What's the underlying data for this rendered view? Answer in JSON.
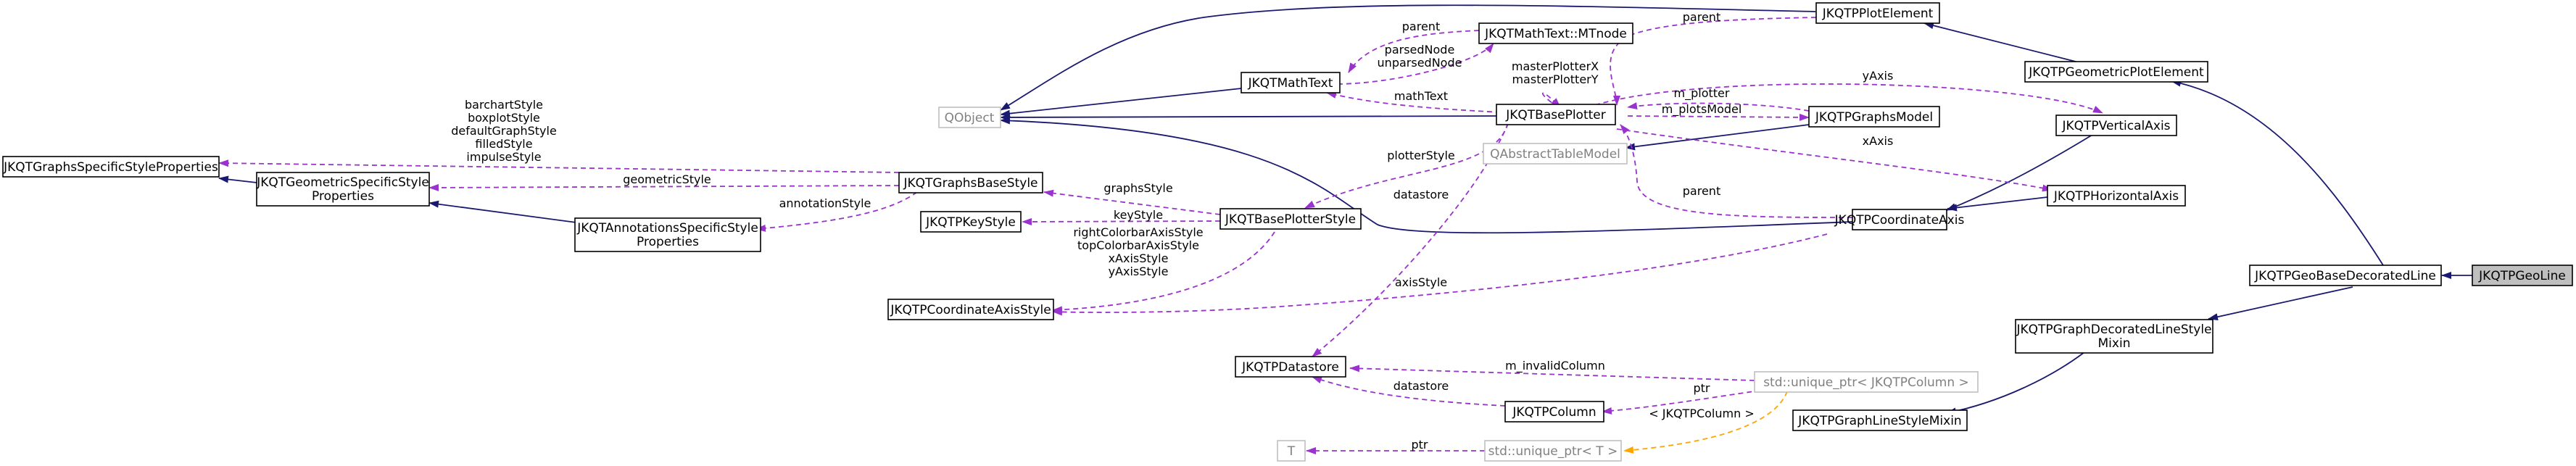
{
  "nodes": {
    "qobject": "QObject",
    "jkqtgraphsspecificstyleproperties": "JKQTGraphsSpecificStyleProperties",
    "jkqtgeometricspecificstyleproperties_1": "JKQTGeometricSpecificStyle",
    "jkqtgeometricspecificstyleproperties_2": "Properties",
    "jkqtannotationsspecificstyleproperties_1": "JKQTAnnotationsSpecificStyle",
    "jkqtannotationsspecificstyleproperties_2": "Properties",
    "jkqtgraphsbasestyle": "JKQTGraphsBaseStyle",
    "jkqtpkeystyle": "JKQTPKeyStyle",
    "jkqtbaseplotterstyle": "JKQTBasePlotterStyle",
    "jkqtpcoordinateaxisstyle": "JKQTPCoordinateAxisStyle",
    "jkqtmathtext": "JKQTMathText",
    "jkqtmathtext_mtnode": "JKQTMathText::MTnode",
    "jkqtbaseplotter": "JKQTBasePlotter",
    "qabstracttablemodel": "QAbstractTableModel",
    "jkqtpplotelement": "JKQTPPlotElement",
    "jkqtpgraphsmodel": "JKQTPGraphsModel",
    "jkqtpcoordinateaxis": "JKQTPCoordinateAxis",
    "jkqtpverticalaxis": "JKQTPVerticalAxis",
    "jkqtphorizontalaxis": "JKQTPHorizontalAxis",
    "jkqtpgeometricplotelement": "JKQTPGeometricPlotElement",
    "jkqtpgeobasedecoratedline": "JKQTPGeoBaseDecoratedLine",
    "jkqtpgeoline": "JKQTPGeoLine",
    "jkqtpgraphdecoratedlinestylemixin_1": "JKQTPGraphDecoratedLineStyle",
    "jkqtpgraphdecoratedlinestylemixin_2": "Mixin",
    "jkqtpgraphlinestylemixin": "JKQTPGraphLineStyleMixin",
    "jkqtpdatastore": "JKQTPDatastore",
    "jkqtpcolumn": "JKQTPColumn",
    "unique_ptr_column": "std::unique_ptr< JKQTPColumn >",
    "unique_ptr_t": "std::unique_ptr< T >",
    "t": "T"
  },
  "labels": {
    "styles_1": "barchartStyle",
    "styles_2": "boxplotStyle",
    "styles_3": "defaultGraphStyle",
    "styles_4": "filledStyle",
    "styles_5": "impulseStyle",
    "geometricstyle": "geometricStyle",
    "annotationstyle": "annotationStyle",
    "graphsstyle": "graphsStyle",
    "keystyle": "keyStyle",
    "axisstyles_1": "rightColorbarAxisStyle",
    "axisstyles_2": "topColorbarAxisStyle",
    "axisstyles_3": "xAxisStyle",
    "axisstyles_4": "yAxisStyle",
    "axisstyle": "axisStyle",
    "parent_top": "parent",
    "parent_mtnode": "parent",
    "parsednode_1": "parsedNode",
    "parsednode_2": "unparsedNode",
    "mathtext": "mathText",
    "masterplotter_1": "masterPlotterX",
    "masterplotter_2": "masterPlotterY",
    "plotterstyle": "plotterStyle",
    "datastore_main": "datastore",
    "m_plotter": "m_plotter",
    "m_plotsmodel": "m_plotsModel",
    "yaxis": "yAxis",
    "xaxis": "xAxis",
    "parent_axis": "parent",
    "m_invalidcolumn": "m_invalidColumn",
    "ptr_column": "ptr",
    "datastore_column": "datastore",
    "tmpl_column": "< JKQTPColumn >",
    "ptr_t": "ptr"
  },
  "colors": {
    "inheritance": "#191970",
    "usage": "#9a32cd",
    "template": "#ffa500",
    "external_node_border": "#bfbfbf",
    "current_node_fill": "#bfbfbf"
  }
}
